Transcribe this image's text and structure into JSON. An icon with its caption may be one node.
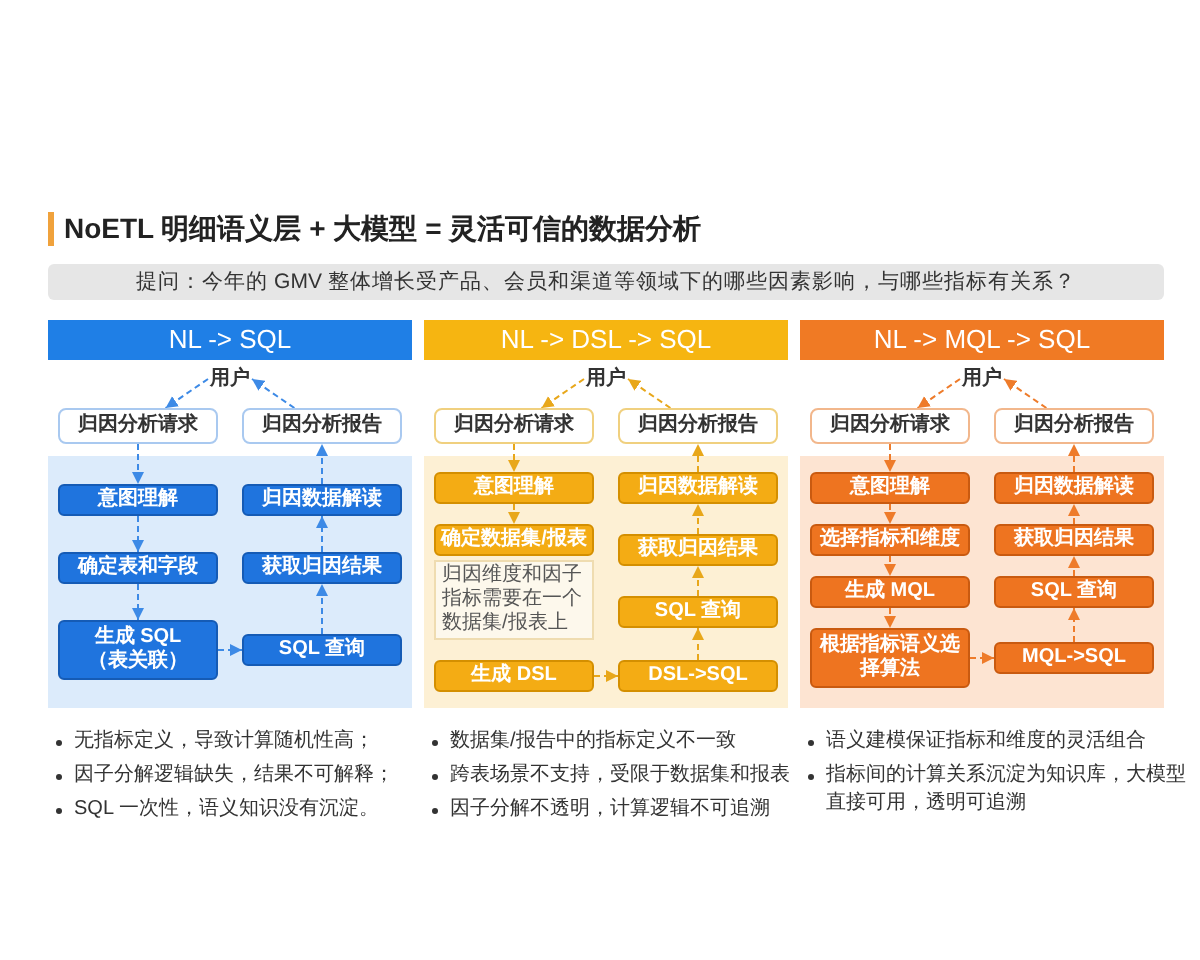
{
  "diagram": {
    "title": "NoETL 明细语义层 + 大模型 = 灵活可信的数据分析",
    "nodes": [
      {
        "text": [
          "提问：今年的 GMV 整体增长受产品、会员和渠道等领域下的哪些因素影响，与哪些指标有关系？"
        ]
      },
      {
        "text": [
          "NL -> SQL"
        ]
      },
      {
        "text": [
          "用户"
        ]
      },
      {
        "text": [
          "归因分析请求"
        ]
      },
      {
        "text": [
          "归因分析报告"
        ]
      },
      {
        "text": [],
        "shape": "box"
      },
      {
        "text": [
          "意图理解"
        ],
        "in": 5
      },
      {
        "text": [
          "确定表和字段"
        ],
        "in": 5
      },
      {
        "text": [
          "生成 SQL",
          "（表关联）"
        ],
        "in": 5
      },
      {
        "text": [
          "SQL 查询"
        ],
        "in": 5
      },
      {
        "text": [
          "获取归因结果"
        ],
        "in": 5
      },
      {
        "text": [
          "归因数据解读"
        ],
        "in": 5
      },
      {
        "text": [
          "NL -> DSL -> SQL"
        ]
      },
      {
        "text": [
          "用户"
        ]
      },
      {
        "text": [
          "归因分析请求"
        ]
      },
      {
        "text": [
          "归因分析报告"
        ]
      },
      {
        "text": [],
        "shape": "box"
      },
      {
        "text": [
          "意图理解"
        ],
        "in": 16
      },
      {
        "text": [
          "确定数据集/报表"
        ],
        "in": 16
      },
      {
        "text": [
          "归因维度和因子指标需要在一个数据集/报表上"
        ],
        "in": 16
      },
      {
        "text": [
          "生成 DSL"
        ],
        "in": 16
      },
      {
        "text": [
          "DSL->SQL"
        ],
        "in": 16
      },
      {
        "text": [
          "SQL 查询"
        ],
        "in": 16
      },
      {
        "text": [
          "获取归因结果"
        ],
        "in": 16
      },
      {
        "text": [
          "归因数据解读"
        ],
        "in": 16
      },
      {
        "text": [
          "NL -> MQL -> SQL"
        ]
      },
      {
        "text": [
          "用户"
        ]
      },
      {
        "text": [
          "归因分析请求"
        ]
      },
      {
        "text": [
          "归因分析报告"
        ]
      },
      {
        "text": [],
        "shape": "box"
      },
      {
        "text": [
          "意图理解"
        ],
        "in": 29
      },
      {
        "text": [
          "选择指标和维度"
        ],
        "in": 29
      },
      {
        "text": [
          "生成 MQL"
        ],
        "in": 29
      },
      {
        "text": [
          "根据指标语义选择算法"
        ],
        "in": 29
      },
      {
        "text": [
          "MQL->SQL"
        ],
        "in": 29
      },
      {
        "text": [
          "SQL 查询"
        ],
        "in": 29
      },
      {
        "text": [
          "获取归因结果"
        ],
        "in": 29
      },
      {
        "text": [
          "归因数据解读"
        ],
        "in": 29
      }
    ],
    "edges": [
      {
        "from": 2,
        "to": 3,
        "arrow": "to",
        "style": "dashed",
        "color": "#3d8ae6"
      },
      {
        "from": 3,
        "to": 6,
        "arrow": "to",
        "style": "dashed",
        "color": "#3d8ae6"
      },
      {
        "from": 6,
        "to": 7,
        "arrow": "to",
        "style": "dashed",
        "color": "#3d8ae6"
      },
      {
        "from": 7,
        "to": 8,
        "arrow": "to",
        "style": "dashed",
        "color": "#3d8ae6"
      },
      {
        "from": 8,
        "to": 9,
        "arrow": "to",
        "style": "dashed",
        "color": "#3d8ae6"
      },
      {
        "from": 9,
        "to": 10,
        "arrow": "to",
        "style": "dashed",
        "color": "#3d8ae6"
      },
      {
        "from": 10,
        "to": 11,
        "arrow": "to",
        "style": "dashed",
        "color": "#3d8ae6"
      },
      {
        "from": 11,
        "to": 4,
        "arrow": "to",
        "style": "dashed",
        "color": "#3d8ae6"
      },
      {
        "from": 4,
        "to": 2,
        "arrow": "to",
        "style": "dashed",
        "color": "#3d8ae6"
      },
      {
        "from": 13,
        "to": 14,
        "arrow": "to",
        "style": "dashed",
        "color": "#e8a71a"
      },
      {
        "from": 14,
        "to": 17,
        "arrow": "to",
        "style": "dashed",
        "color": "#e8a71a"
      },
      {
        "from": 17,
        "to": 18,
        "arrow": "to",
        "style": "dashed",
        "color": "#e8a71a"
      },
      {
        "from": 20,
        "to": 21,
        "arrow": "to",
        "style": "dashed",
        "color": "#e8a71a"
      },
      {
        "from": 21,
        "to": 22,
        "arrow": "to",
        "style": "dashed",
        "color": "#e8a71a"
      },
      {
        "from": 22,
        "to": 23,
        "arrow": "to",
        "style": "dashed",
        "color": "#e8a71a"
      },
      {
        "from": 23,
        "to": 24,
        "arrow": "to",
        "style": "dashed",
        "color": "#e8a71a"
      },
      {
        "from": 24,
        "to": 15,
        "arrow": "to",
        "style": "dashed",
        "color": "#e8a71a"
      },
      {
        "from": 15,
        "to": 13,
        "arrow": "to",
        "style": "dashed",
        "color": "#e8a71a"
      },
      {
        "from": 26,
        "to": 27,
        "arrow": "to",
        "style": "dashed",
        "color": "#ee7b2a"
      },
      {
        "from": 27,
        "to": 30,
        "arrow": "to",
        "style": "dashed",
        "color": "#ee7b2a"
      },
      {
        "from": 30,
        "to": 31,
        "arrow": "to",
        "style": "dashed",
        "color": "#ee7b2a"
      },
      {
        "from": 31,
        "to": 32,
        "arrow": "to",
        "style": "dashed",
        "color": "#ee7b2a"
      },
      {
        "from": 32,
        "to": 33,
        "arrow": "to",
        "style": "dashed",
        "color": "#ee7b2a"
      },
      {
        "from": 33,
        "to": 34,
        "arrow": "to",
        "style": "dashed",
        "color": "#ee7b2a"
      },
      {
        "from": 34,
        "to": 35,
        "arrow": "to",
        "style": "dashed",
        "color": "#ee7b2a"
      },
      {
        "from": 35,
        "to": 36,
        "arrow": "to",
        "style": "dashed",
        "color": "#ee7b2a"
      },
      {
        "from": 36,
        "to": 37,
        "arrow": "to",
        "style": "dashed",
        "color": "#ee7b2a"
      },
      {
        "from": 37,
        "to": 28,
        "arrow": "to",
        "style": "dashed",
        "color": "#ee7b2a"
      },
      {
        "from": 28,
        "to": 26,
        "arrow": "to",
        "style": "dashed",
        "color": "#ee7b2a"
      }
    ],
    "labels": [
      "无指标定义，导致计算随机性高；",
      "因子分解逻辑缺失，结果不可解释；",
      "SQL 一次性，语义知识没有沉淀。",
      "数据集/报告中的指标定义不一致",
      "跨表场景不支持，受限于数据集和报表",
      "因子分解不透明，计算逻辑不可追溯",
      "语义建模保证指标和维度的灵活组合",
      "指标间的计算关系沉淀为知识库，大模型直接可用，透明可追溯"
    ]
  }
}
